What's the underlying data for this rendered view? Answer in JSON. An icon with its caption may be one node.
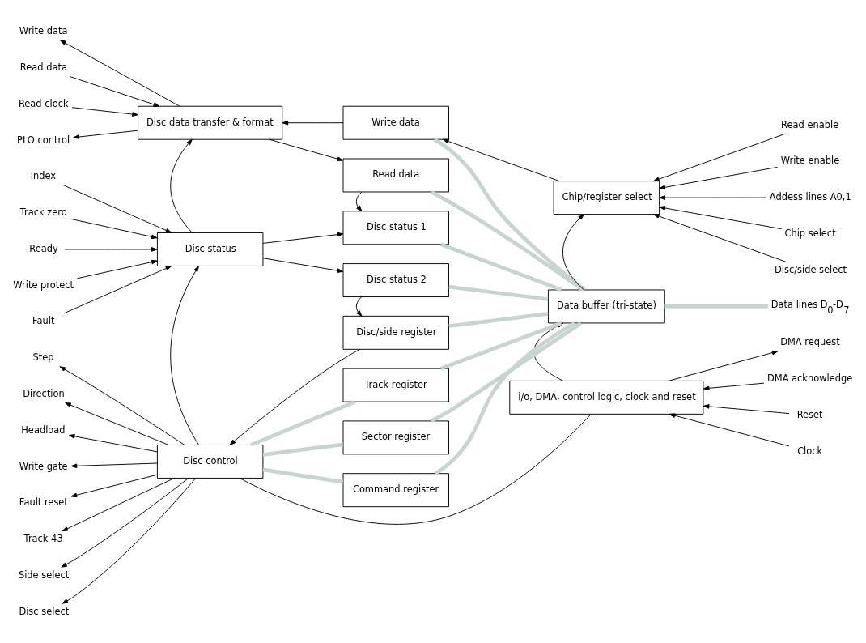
{
  "diagram": {
    "nodes": [
      {
        "text": [
          "Disc data transfer & format"
        ]
      },
      {
        "text": [
          "Write data"
        ]
      },
      {
        "text": [
          "Read data"
        ]
      },
      {
        "text": [
          "Chip/register select"
        ]
      },
      {
        "text": [
          "Disc status"
        ]
      },
      {
        "text": [
          "Disc status 1"
        ]
      },
      {
        "text": [
          "Disc status 2"
        ]
      },
      {
        "text": [
          "Data buffer (tri-state)"
        ]
      },
      {
        "text": [
          "Disc/side register"
        ]
      },
      {
        "text": [
          "Track register"
        ]
      },
      {
        "text": [
          "Sector register"
        ]
      },
      {
        "text": [
          "Command register"
        ]
      },
      {
        "text": [
          "Disc control"
        ]
      },
      {
        "text": [
          "i/o, DMA, control logic, clock and reset"
        ]
      },
      {
        "text": [
          "Data lines D$_{0}$-D$_{7}$"
        ]
      },
      {
        "text": [
          "Write data"
        ]
      },
      {
        "text": [
          "Read data"
        ]
      },
      {
        "text": [
          "Read clock"
        ]
      },
      {
        "text": [
          "PLO control"
        ]
      },
      {
        "text": [
          "Index"
        ]
      },
      {
        "text": [
          "Track zero"
        ]
      },
      {
        "text": [
          "Ready"
        ]
      },
      {
        "text": [
          "Write protect"
        ]
      },
      {
        "text": [
          "Fault"
        ]
      },
      {
        "text": [
          "Step"
        ]
      },
      {
        "text": [
          "Direction"
        ]
      },
      {
        "text": [
          "Headload"
        ]
      },
      {
        "text": [
          "Write gate"
        ]
      },
      {
        "text": [
          "Fault reset"
        ]
      },
      {
        "text": [
          "Track 43"
        ]
      },
      {
        "text": [
          "Side select"
        ]
      },
      {
        "text": [
          "Disc select"
        ]
      },
      {
        "text": [
          "Read enable"
        ]
      },
      {
        "text": [
          "Write enable"
        ]
      },
      {
        "text": [
          "Addess lines A0,1"
        ]
      },
      {
        "text": [
          "Chip select"
        ]
      },
      {
        "text": [
          "Disc/side select"
        ]
      },
      {
        "text": [
          "DMA request"
        ]
      },
      {
        "text": [
          "DMA acknowledge"
        ]
      },
      {
        "text": [
          "Reset"
        ]
      },
      {
        "text": [
          "Clock"
        ]
      }
    ],
    "edges": [
      {
        "from": 0,
        "to": 15,
        "arrow": "to"
      },
      {
        "from": 16,
        "to": 0,
        "arrow": "to"
      },
      {
        "from": 17,
        "to": 0,
        "arrow": "to"
      },
      {
        "from": 0,
        "to": 18,
        "arrow": "to"
      },
      {
        "from": 1,
        "to": 0,
        "arrow": "to"
      },
      {
        "from": 0,
        "to": 2,
        "arrow": "to"
      },
      {
        "from": 3,
        "to": 1,
        "arrow": "to"
      },
      {
        "from": 32,
        "to": 3,
        "arrow": "to"
      },
      {
        "from": 33,
        "to": 3,
        "arrow": "to"
      },
      {
        "from": 34,
        "to": 3,
        "arrow": "to"
      },
      {
        "from": 35,
        "to": 3,
        "arrow": "to"
      },
      {
        "from": 36,
        "to": 3,
        "arrow": "to"
      },
      {
        "from": 2,
        "to": 5,
        "arrow": "to"
      },
      {
        "from": 4,
        "to": 0,
        "arrow": "to"
      },
      {
        "from": 19,
        "to": 4,
        "arrow": "to"
      },
      {
        "from": 20,
        "to": 4,
        "arrow": "to"
      },
      {
        "from": 21,
        "to": 4,
        "arrow": "to"
      },
      {
        "from": 22,
        "to": 4,
        "arrow": "to"
      },
      {
        "from": 23,
        "to": 4,
        "arrow": "to"
      },
      {
        "from": 4,
        "to": 5,
        "arrow": "to"
      },
      {
        "from": 4,
        "to": 6,
        "arrow": "to"
      },
      {
        "from": 7,
        "to": 3,
        "arrow": "to"
      },
      {
        "from": 7,
        "to": 14,
        "arrow": "none",
        "style": "thick",
        "color": "#c8d4d0"
      },
      {
        "from": 7,
        "to": 1,
        "arrow": "none",
        "style": "thick",
        "color": "#c8d4d0"
      },
      {
        "from": 7,
        "to": 2,
        "arrow": "none",
        "style": "thick",
        "color": "#c8d4d0"
      },
      {
        "from": 7,
        "to": 5,
        "arrow": "none",
        "style": "thick",
        "color": "#c8d4d0"
      },
      {
        "from": 7,
        "to": 6,
        "arrow": "none",
        "style": "thick",
        "color": "#c8d4d0"
      },
      {
        "from": 7,
        "to": 8,
        "arrow": "none",
        "style": "thick",
        "color": "#c8d4d0"
      },
      {
        "from": 7,
        "to": 9,
        "arrow": "none",
        "style": "thick",
        "color": "#c8d4d0"
      },
      {
        "from": 7,
        "to": 10,
        "arrow": "none",
        "style": "thick",
        "color": "#c8d4d0"
      },
      {
        "from": 7,
        "to": 11,
        "arrow": "none",
        "style": "thick",
        "color": "#c8d4d0"
      },
      {
        "from": 6,
        "to": 8,
        "arrow": "to"
      },
      {
        "from": 8,
        "to": 12,
        "arrow": "to"
      },
      {
        "from": 12,
        "to": 4,
        "arrow": "to"
      },
      {
        "from": 12,
        "to": 9,
        "arrow": "none",
        "style": "thick",
        "color": "#c8d4d0"
      },
      {
        "from": 12,
        "to": 10,
        "arrow": "none",
        "style": "thick",
        "color": "#c8d4d0"
      },
      {
        "from": 12,
        "to": 11,
        "arrow": "none",
        "style": "thick",
        "color": "#c8d4d0"
      },
      {
        "from": 12,
        "to": 24,
        "arrow": "to"
      },
      {
        "from": 12,
        "to": 25,
        "arrow": "to"
      },
      {
        "from": 12,
        "to": 26,
        "arrow": "to"
      },
      {
        "from": 12,
        "to": 27,
        "arrow": "to"
      },
      {
        "from": 12,
        "to": 28,
        "arrow": "to"
      },
      {
        "from": 12,
        "to": 29,
        "arrow": "to"
      },
      {
        "from": 12,
        "to": 30,
        "arrow": "to"
      },
      {
        "from": 12,
        "to": 31,
        "arrow": "to"
      },
      {
        "from": 13,
        "to": 7,
        "arrow": "to"
      },
      {
        "from": 13,
        "to": 37,
        "arrow": "to"
      },
      {
        "from": 38,
        "to": 13,
        "arrow": "to"
      },
      {
        "from": 39,
        "to": 13,
        "arrow": "to"
      },
      {
        "from": 40,
        "to": 13,
        "arrow": "to"
      },
      {
        "from": 13,
        "to": 12,
        "arrow": "none"
      }
    ]
  }
}
